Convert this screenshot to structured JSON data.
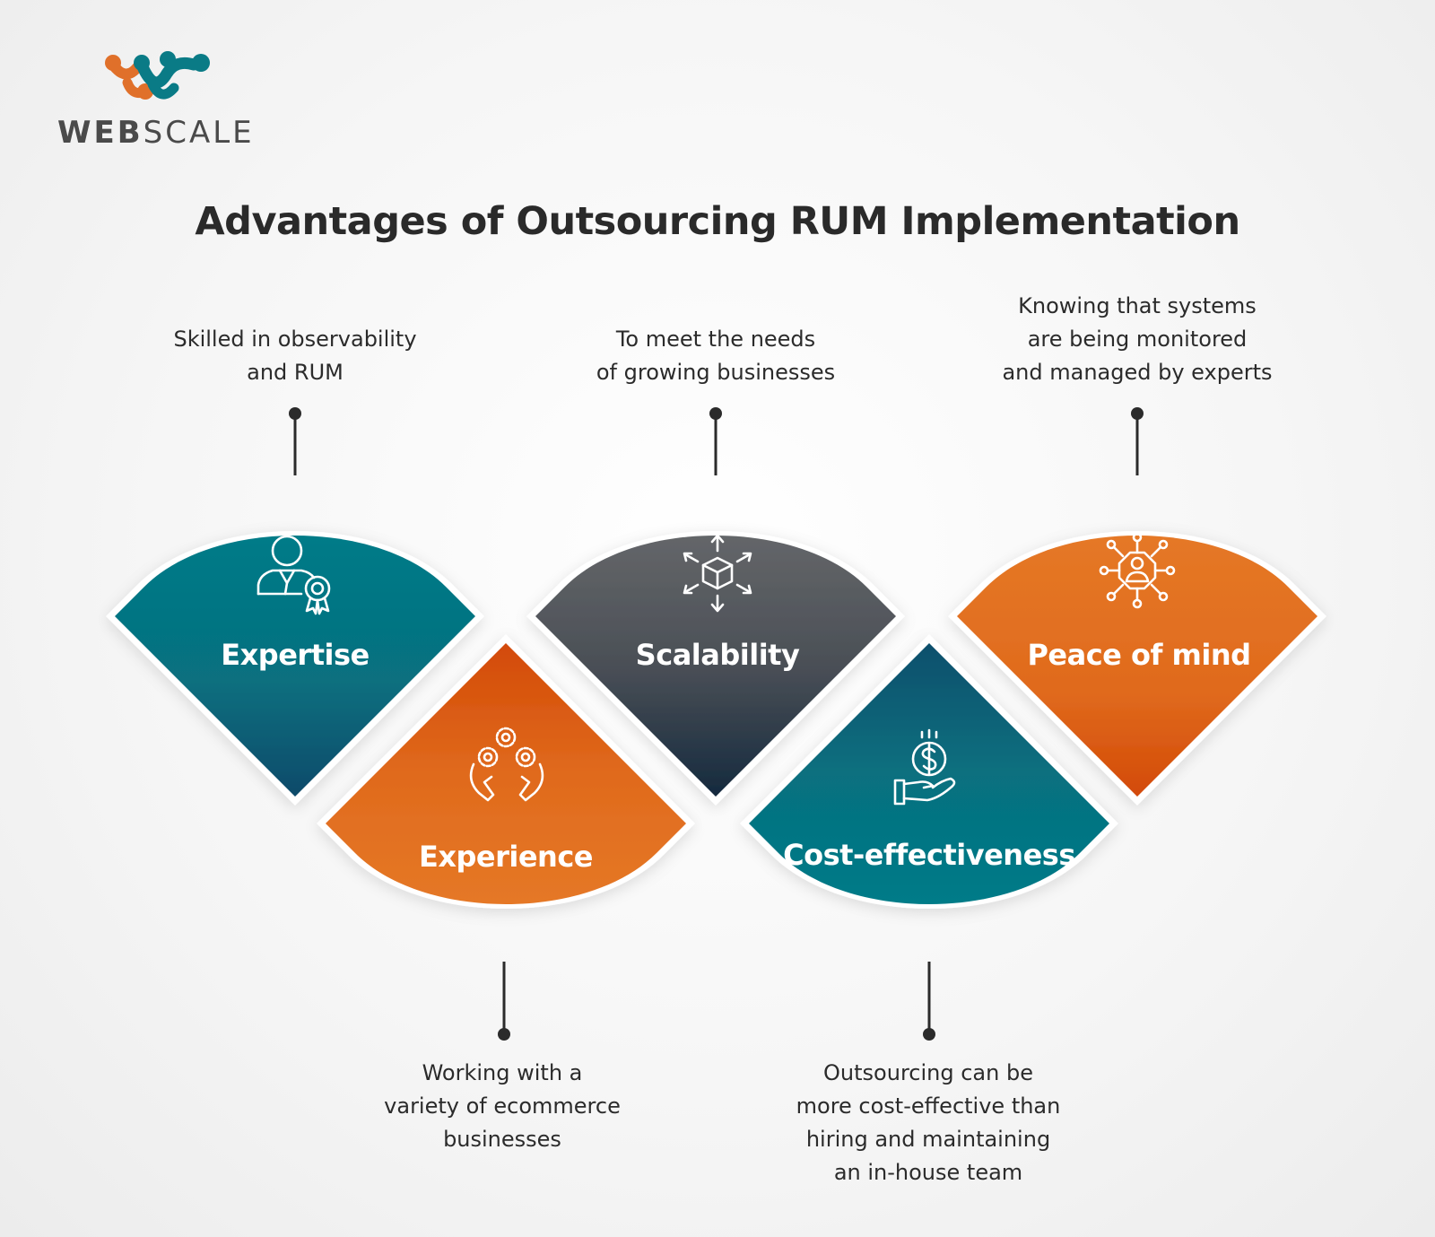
{
  "logo": {
    "name_bold": "WEB",
    "name_light": "SCALE",
    "colors": {
      "orange": "#e0702a",
      "teal": "#0a7b86"
    }
  },
  "title": "Advantages of Outsourcing RUM Implementation",
  "colors": {
    "teal_top": "#047b88",
    "teal_bottom": "#0c4a6a",
    "gray_top": "#606266",
    "gray_bottom": "#152a3e",
    "orange_top": "#e57826",
    "orange_bottom": "#d34a07"
  },
  "items": [
    {
      "label": "Expertise",
      "icon": "employee-badge-icon",
      "description_lines": [
        "Skilled in observability",
        "and RUM"
      ]
    },
    {
      "label": "Experience",
      "icon": "hands-gears-icon",
      "description_lines": [
        "Working with a",
        "variety of ecommerce",
        "businesses"
      ]
    },
    {
      "label": "Scalability",
      "icon": "cube-arrows-icon",
      "description_lines": [
        "To meet the needs",
        "of growing businesses"
      ]
    },
    {
      "label": "Cost-effectiveness",
      "icon": "hand-coin-icon",
      "description_lines": [
        "Outsourcing can be",
        "more cost-effective than",
        "hiring and maintaining",
        "an in-house team"
      ]
    },
    {
      "label": "Peace of mind",
      "icon": "network-person-icon",
      "description_lines": [
        "Knowing that systems",
        "are being monitored",
        "and managed by experts"
      ]
    }
  ]
}
